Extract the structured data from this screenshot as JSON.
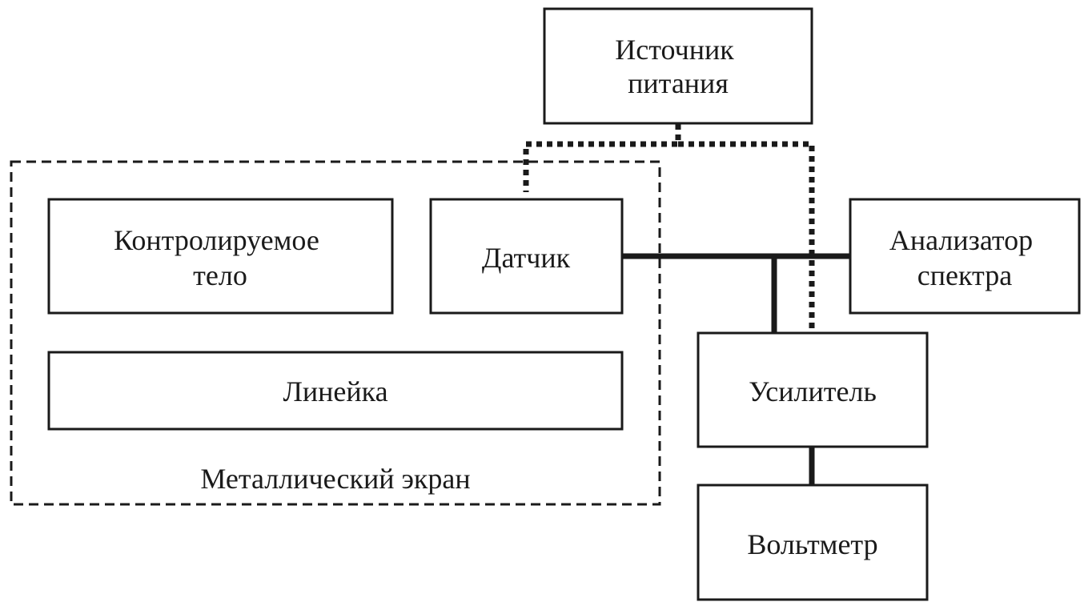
{
  "blocks": {
    "power_source": {
      "lines": [
        "Источник",
        "питания"
      ]
    },
    "controlled_body": {
      "lines": [
        "Контролируемое",
        "тело"
      ]
    },
    "sensor": {
      "lines": [
        "Датчик"
      ]
    },
    "spectrum_analyzer": {
      "lines": [
        "Анализатор",
        "спектра"
      ]
    },
    "ruler": {
      "lines": [
        "Линейка"
      ]
    },
    "amplifier": {
      "lines": [
        "Усилитель"
      ]
    },
    "voltmeter": {
      "lines": [
        "Вольтметр"
      ]
    }
  },
  "screen": {
    "label": "Металлический экран"
  },
  "connections": [
    {
      "from": "sensor",
      "to": "spectrum_analyzer",
      "style": "signal"
    },
    {
      "from": "sensor",
      "to": "amplifier",
      "style": "signal"
    },
    {
      "from": "amplifier",
      "to": "voltmeter",
      "style": "signal"
    },
    {
      "from": "power_source",
      "to": "sensor",
      "style": "power"
    },
    {
      "from": "power_source",
      "to": "amplifier",
      "style": "power"
    }
  ],
  "colors": {
    "ink": "#1a1a1a",
    "background": "#ffffff"
  }
}
